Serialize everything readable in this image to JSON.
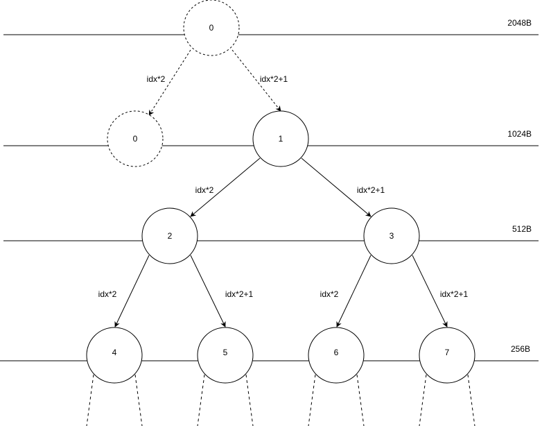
{
  "levels": [
    {
      "label": "2048B"
    },
    {
      "label": "1024B"
    },
    {
      "label": "512B"
    },
    {
      "label": "256B"
    }
  ],
  "nodes": [
    {
      "label": "0",
      "style": "dashed"
    },
    {
      "label": "0",
      "style": "dashed"
    },
    {
      "label": "1",
      "style": "solid"
    },
    {
      "label": "2",
      "style": "solid"
    },
    {
      "label": "3",
      "style": "solid"
    },
    {
      "label": "4",
      "style": "solid"
    },
    {
      "label": "5",
      "style": "solid"
    },
    {
      "label": "6",
      "style": "solid"
    },
    {
      "label": "7",
      "style": "solid"
    }
  ],
  "edges": [
    {
      "from": 0,
      "to": 1,
      "label": "idx*2",
      "style": "dashed"
    },
    {
      "from": 0,
      "to": 2,
      "label": "idx*2+1",
      "style": "dashed"
    },
    {
      "from": 2,
      "to": 3,
      "label": "idx*2",
      "style": "solid"
    },
    {
      "from": 2,
      "to": 4,
      "label": "idx*2+1",
      "style": "solid"
    },
    {
      "from": 3,
      "to": 5,
      "label": "idx*2",
      "style": "solid"
    },
    {
      "from": 3,
      "to": 6,
      "label": "idx*2+1",
      "style": "solid"
    },
    {
      "from": 4,
      "to": 7,
      "label": "idx*2",
      "style": "solid"
    },
    {
      "from": 4,
      "to": 8,
      "label": "idx*2+1",
      "style": "solid"
    }
  ],
  "colors": {
    "stroke": "#000000",
    "background": "#ffffff"
  }
}
